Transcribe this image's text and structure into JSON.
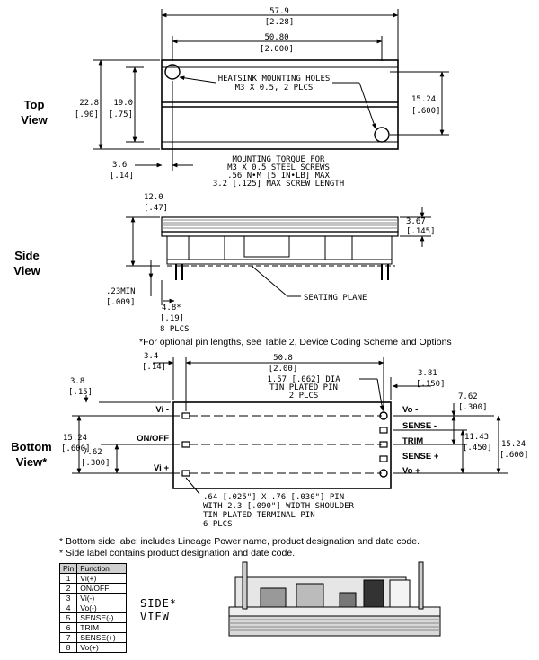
{
  "view_labels": {
    "top": [
      "Top",
      "View"
    ],
    "side": [
      "Side",
      "View"
    ],
    "bottom": [
      "Bottom",
      "View*"
    ]
  },
  "top_view": {
    "dim_overall_mm": "57.9",
    "dim_overall_in": "[2.28]",
    "dim_hole_pitch_mm": "50.80",
    "dim_hole_pitch_in": "[2.000]",
    "dim_height_mm": "22.8",
    "dim_height_in": "[.90]",
    "dim_inner_height_mm": "19.0",
    "dim_inner_height_in": "[.75]",
    "dim_hole_vert_mm": "15.24",
    "dim_hole_vert_in": "[.600]",
    "dim_offset_mm": "3.6",
    "dim_offset_in": "[.14]",
    "holes_note_1": "HEATSINK MOUNTING HOLES",
    "holes_note_2": "M3 X 0.5, 2 PLCS",
    "torque_note_1": "MOUNTING TORQUE FOR",
    "torque_note_2": "M3 X 0.5 STEEL SCREWS",
    "torque_note_3": ".56 N•M [5 IN•LB] MAX",
    "torque_note_4": "3.2 [.125] MAX SCREW LENGTH"
  },
  "side_view": {
    "dim_height_mm": "12.0",
    "dim_height_in": "[.47]",
    "dim_plate_mm": "3.67",
    "dim_plate_in": "[.145]",
    "dim_standoff_mm": ".23MIN",
    "dim_standoff_in": "[.009]",
    "dim_pin_mm": "4.8*",
    "dim_pin_in": "[.19]",
    "dim_pin_count": "8 PLCS",
    "seating_plane": "SEATING PLANE"
  },
  "footnote_pin_length": "*For optional pin lengths, see Table 2, Device Coding Scheme and Options",
  "bottom_view": {
    "dim_left_offset_mm": "3.4",
    "dim_left_offset_in": "[.14]",
    "dim_pin_pitch_mm": "50.8",
    "dim_pin_pitch_in": "[2.00]",
    "dim_edge_mm": "3.8",
    "dim_edge_in": "[.15]",
    "dim_right_mm": "3.81",
    "dim_right_in": "[.150]",
    "dim_vert_mm": "7.62",
    "dim_vert_in": "[.300]",
    "dim_sense_mm": "11.43",
    "dim_sense_in": "[.450]",
    "dim_total_mm": "15.24",
    "dim_total_in": "[.600]",
    "dim_left_total_mm": "15.24",
    "dim_left_total_in": "[.600]",
    "dim_left_mid_mm": "7.62",
    "dim_left_mid_in": "[.300]",
    "pin_note_1": "1.57 [.062] DIA",
    "pin_note_2": "TIN PLATED PIN",
    "pin_note_3": "2 PLCS",
    "terminal_note_1": ".64 [.025\"] X .76 [.030\"] PIN",
    "terminal_note_2": "WITH 2.3 [.090\"] WIDTH SHOULDER",
    "terminal_note_3": "TIN PLATED TERMINAL PIN",
    "terminal_note_4": "6 PLCS",
    "pin_labels": {
      "vi_minus": "Vi -",
      "on_off": "ON/OFF",
      "vi_plus": "Vi +",
      "vo_minus": "Vo -",
      "sense_minus": "SENSE -",
      "trim": "TRIM",
      "sense_plus": "SENSE +",
      "vo_plus": "Vo +"
    }
  },
  "notes": {
    "bottom_label": "* Bottom side label includes Lineage Power name, product designation and date code.",
    "side_label": "* Side label contains product designation and date code."
  },
  "pin_table": {
    "headers": [
      "Pin",
      "Function"
    ],
    "rows": [
      [
        "1",
        "Vi(+)"
      ],
      [
        "2",
        "ON/OFF"
      ],
      [
        "3",
        "Vi(-)"
      ],
      [
        "4",
        "Vo(-)"
      ],
      [
        "5",
        "SENSE(-)"
      ],
      [
        "6",
        "TRIM"
      ],
      [
        "7",
        "SENSE(+)"
      ],
      [
        "8",
        "Vo(+)"
      ]
    ]
  },
  "side_view_photo_label": [
    "SIDE*",
    "VIEW"
  ]
}
